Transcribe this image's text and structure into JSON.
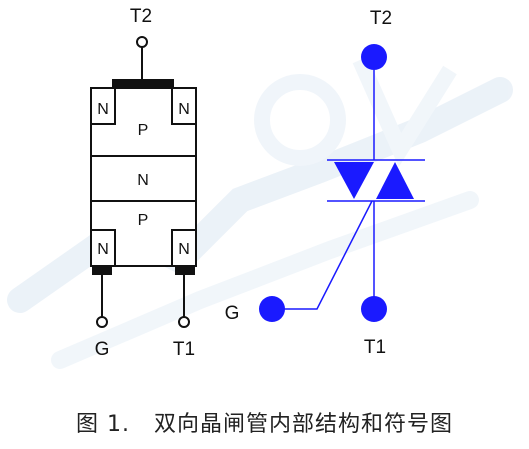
{
  "structure": {
    "terminal_top": "T2",
    "terminal_gate": "G",
    "terminal_bottom": "T1",
    "n_region_top_left": "N",
    "n_region_top_right": "N",
    "p_layer_top": "P",
    "n_layer_middle": "N",
    "p_layer_bottom": "P",
    "n_region_bottom_left": "N",
    "n_region_bottom_right": "N"
  },
  "symbol": {
    "terminal_top": "T2",
    "terminal_gate": "G",
    "terminal_bottom": "T1",
    "color": "#1a1aff"
  },
  "caption": {
    "figure_number": "图 1.",
    "text": "双向晶闸管内部结构和符号图"
  },
  "colors": {
    "line": "#111111",
    "contact": "#111111",
    "symbol_blue": "#1a1aff",
    "watermark": "#d9e6f2"
  }
}
